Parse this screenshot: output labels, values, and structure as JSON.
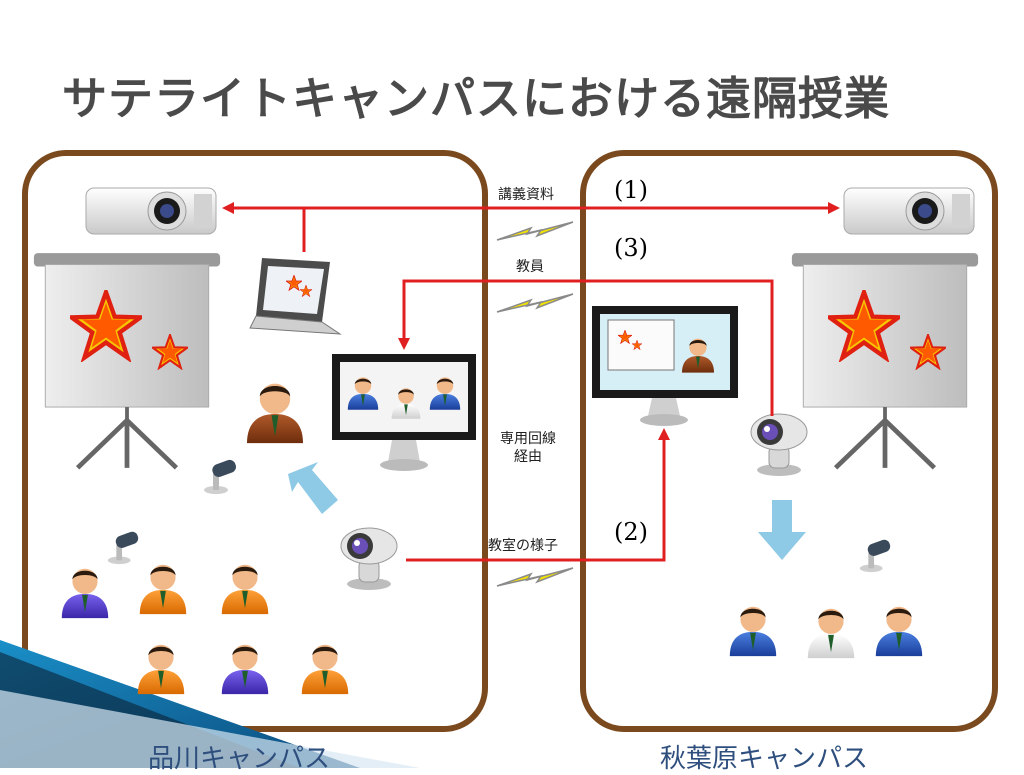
{
  "title": "サテライトキャンパスにおける遠隔授業",
  "campuses": {
    "left": "品川キャンパス",
    "right": "秋葉原キャンパス"
  },
  "links": {
    "materials": "講義資料",
    "teacher": "教員",
    "dedicated_line": "専用回線\n経由",
    "classroom": "教室の様子"
  },
  "markers": {
    "one": "(1)",
    "two": "(2)",
    "three": "(3)"
  },
  "colors": {
    "campus_border": "#7a4a1e",
    "arrow": "#e02020",
    "campus_label": "#2e4f7e",
    "lightning": "#f5e400"
  }
}
